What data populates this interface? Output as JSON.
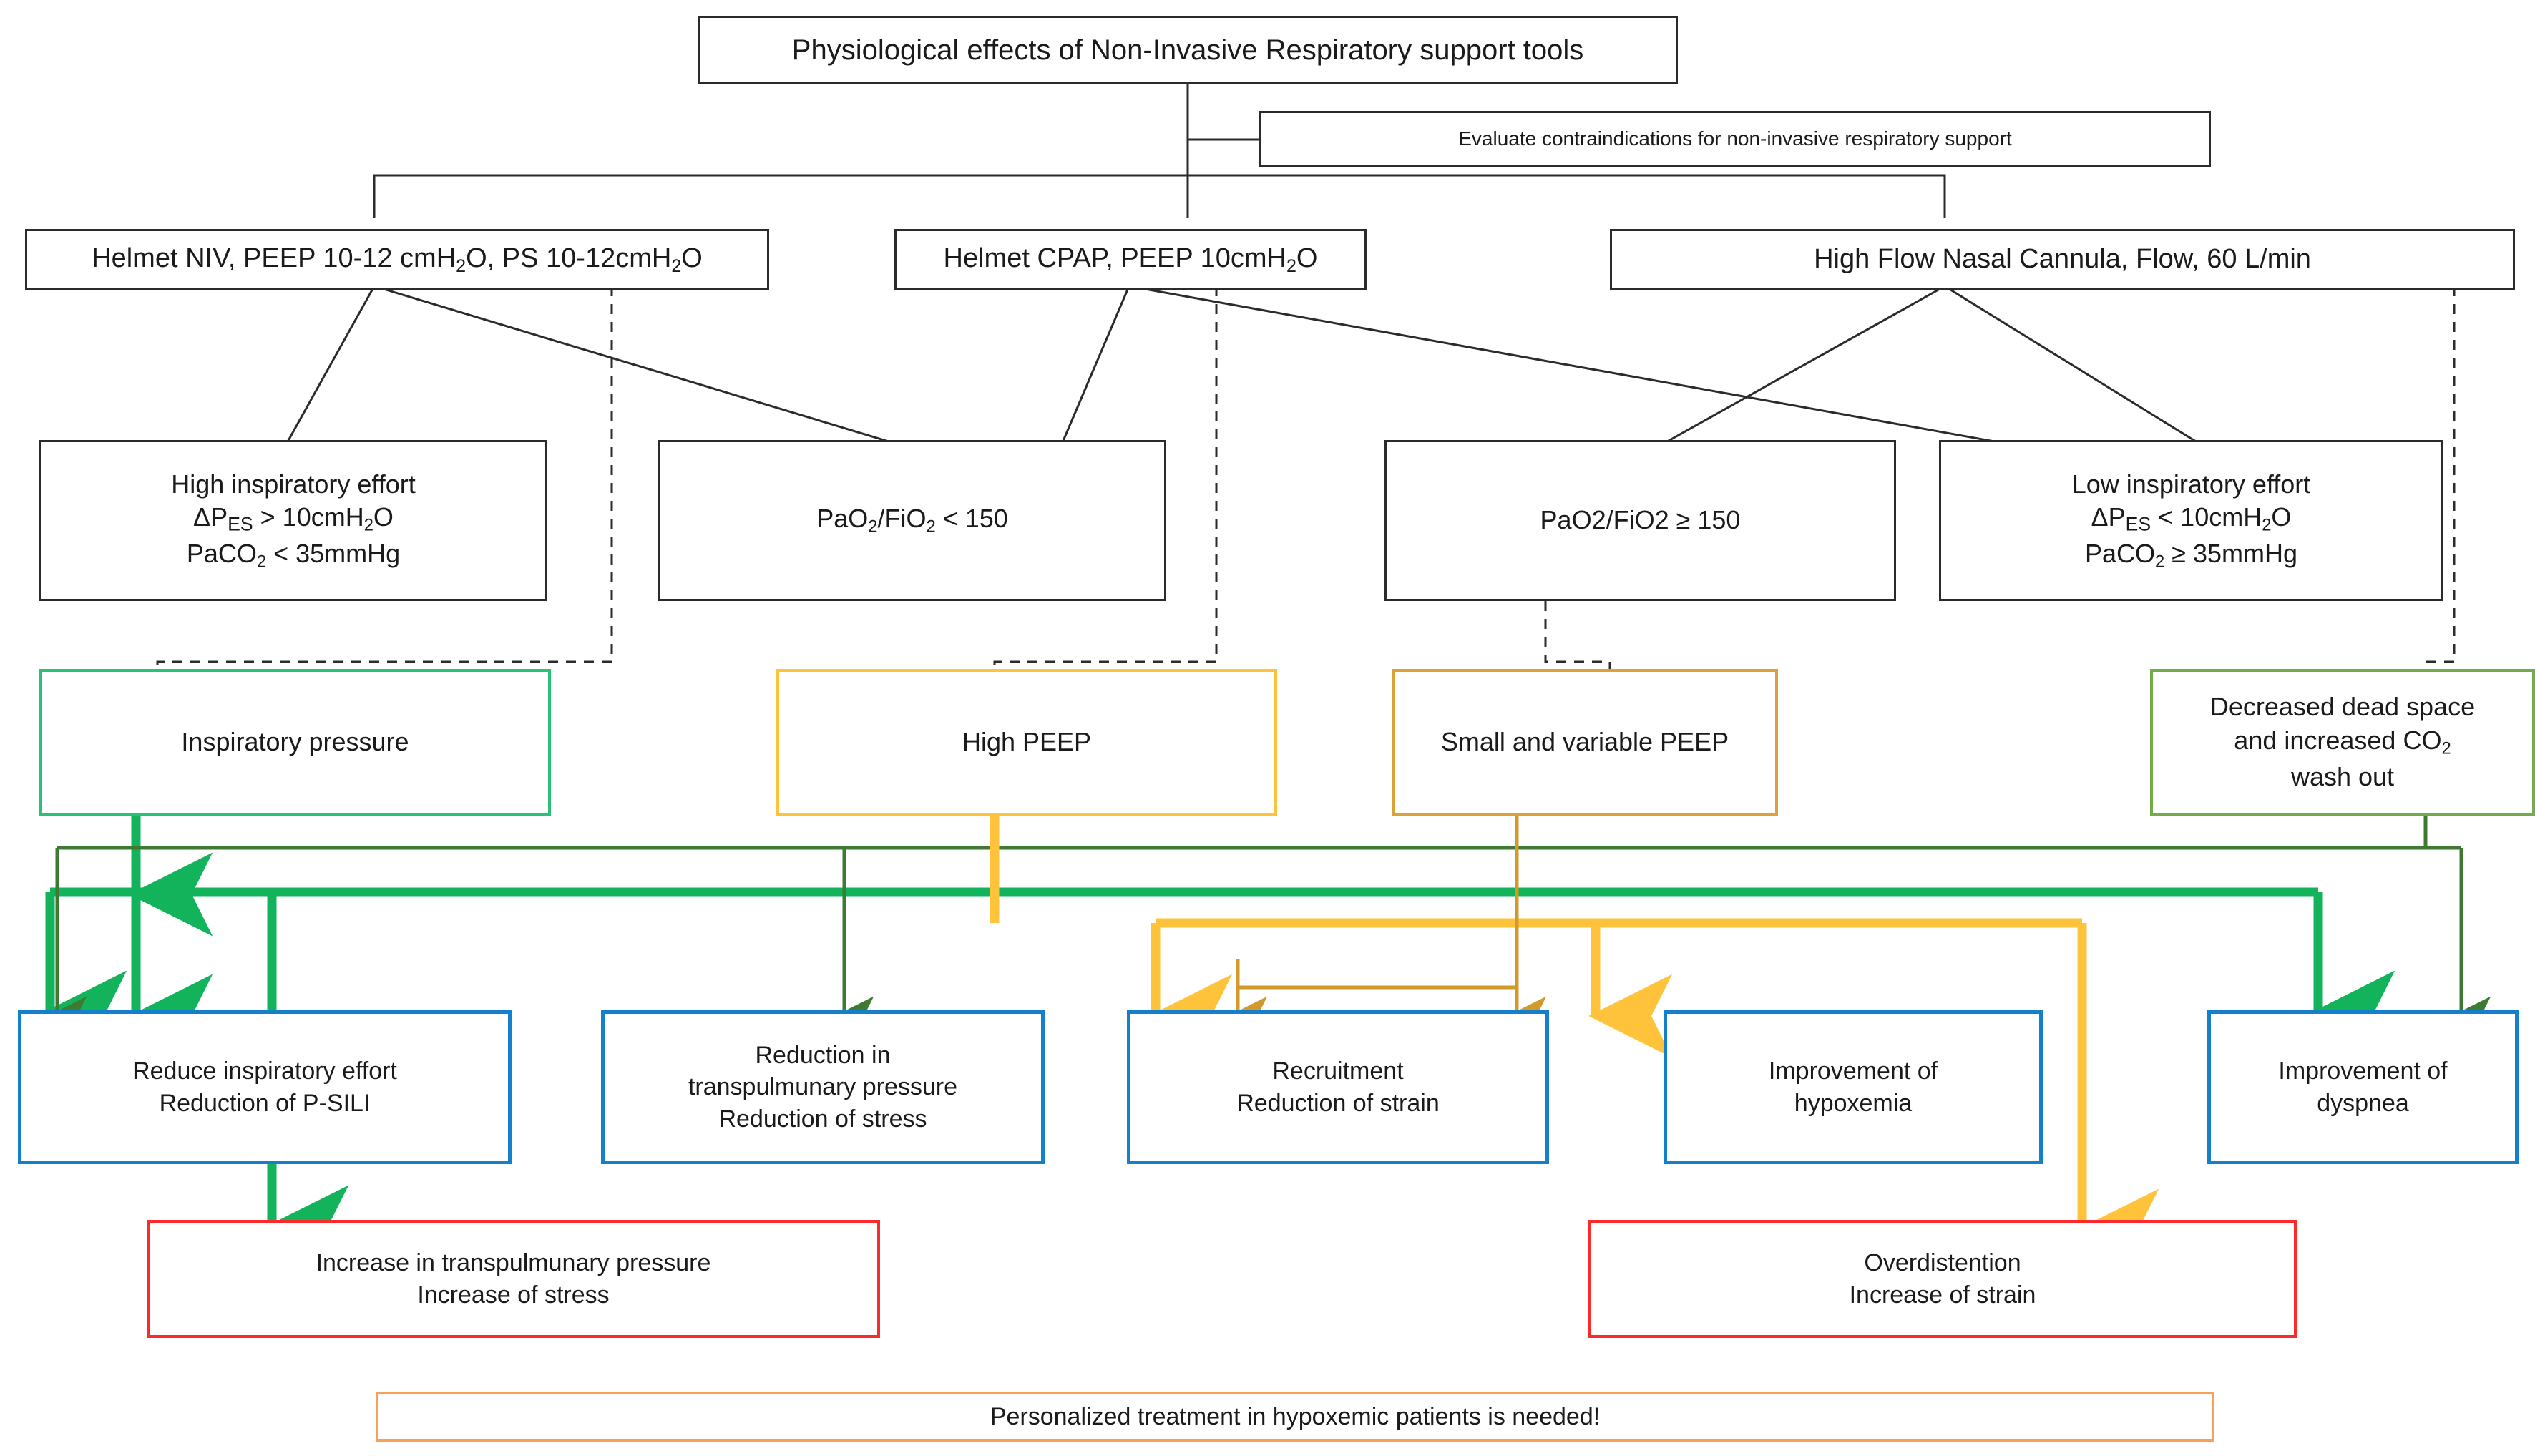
{
  "diagram": {
    "title_box": {
      "label": "Physiological effects of Non-Invasive Respiratory support tools"
    },
    "note_box": {
      "label": "Evaluate contraindications for non-invasive respiratory support"
    },
    "modalities": [
      {
        "id": "helmet-niv",
        "label_html": "Helmet NIV, PEEP 10-12 cmH<sub>2</sub>O, PS 10-12cmH<sub>2</sub>O"
      },
      {
        "id": "helmet-cpap",
        "label_html": "Helmet CPAP, PEEP 10cmH<sub>2</sub>O"
      },
      {
        "id": "hfnc",
        "label_html": "High Flow Nasal Cannula, Flow, 60 L/min"
      }
    ],
    "criteria": [
      {
        "id": "high-inspiratory-effort",
        "label_html": "High inspiratory effort<br>&Delta;P<span class=\"sc\">ES</span> &gt; 10cmH<sub>2</sub>O<br>PaCO<sub>2</sub> &lt; 35mmHg"
      },
      {
        "id": "pf-lt-150",
        "label_html": "PaO<sub>2</sub>/FiO<sub>2</sub> &lt; 150"
      },
      {
        "id": "pf-ge-150",
        "label_html": "PaO2/FiO2 &ge; 150"
      },
      {
        "id": "low-inspiratory-effort",
        "label_html": "Low inspiratory effort<br>&Delta;P<span class=\"sc\">ES</span> &lt; 10cmH<sub>2</sub>O<br>PaCO<sub>2</sub> &ge; 35mmHg"
      }
    ],
    "mechanisms": [
      {
        "id": "inspiratory-pressure",
        "label_html": "Inspiratory pressure",
        "color": "#2bc077"
      },
      {
        "id": "high-peep",
        "label_html": "High PEEP",
        "color": "#ffc33b"
      },
      {
        "id": "small-variable-peep",
        "label_html": "Small and variable PEEP",
        "color": "#dba238"
      },
      {
        "id": "decreased-dead-space",
        "label_html": "Decreased dead space<br>and increased CO<sub>2</sub><br>wash out",
        "color": "#72ad49"
      }
    ],
    "outcomes": [
      {
        "id": "reduce-inspiratory-effort",
        "label_html": "Reduce inspiratory effort<br>Reduction of P-SILI"
      },
      {
        "id": "reduction-transpulmunary",
        "label_html": "Reduction in<br>transpulmunary pressure<br>Reduction of stress"
      },
      {
        "id": "recruitment",
        "label_html": "Recruitment<br>Reduction of strain"
      },
      {
        "id": "improvement-hypoxemia",
        "label_html": "Improvement of<br>hypoxemia"
      },
      {
        "id": "improvement-dyspnea",
        "label_html": "Improvement of<br>dyspnea"
      }
    ],
    "adverse": [
      {
        "id": "increase-transpulmunary",
        "label_html": "Increase in transpulmunary pressure<br>Increase of stress"
      },
      {
        "id": "overdistention",
        "label_html": "Overdistention<br>Increase of strain"
      }
    ],
    "banner": {
      "label": "Personalized treatment in hypoxemic patients is needed!"
    },
    "palette": {
      "outline_black": "#2b2b2b",
      "green_bright": "#2bc077",
      "green_dark": "#72ad49",
      "yellow": "#ffc33b",
      "tan": "#dba238",
      "blue": "#1480cb",
      "red": "#fb2b2b",
      "orange": "#f7a057"
    }
  }
}
